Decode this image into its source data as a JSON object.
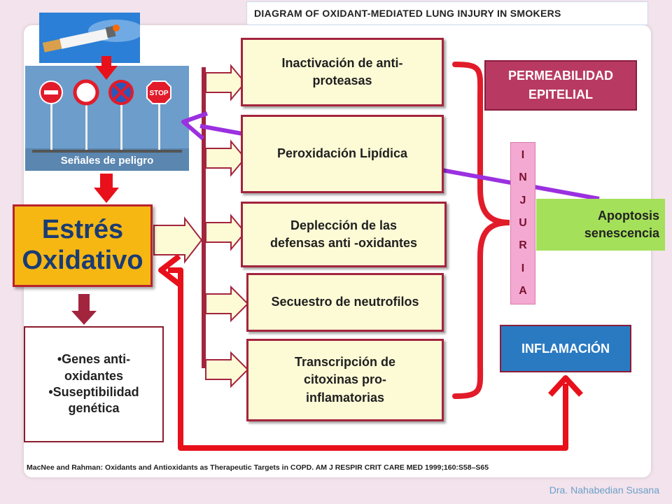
{
  "header": {
    "title": "DIAGRAM OF OXIDANT-MEDIATED LUNG INJURY IN SMOKERS"
  },
  "signs": {
    "label": "Señales de peligro"
  },
  "stress": {
    "line1": "Estrés",
    "line2": "Oxidativo"
  },
  "genes": {
    "line1": "•Genes anti-",
    "line2": "oxidantes",
    "line3": "•Suseptibilidad",
    "line4": "genética"
  },
  "mechanisms": [
    {
      "line1": "Inactivación de anti-",
      "line2": "proteasas"
    },
    {
      "line1": "Peroxidación Lipídica"
    },
    {
      "line1": "Deplección de las",
      "line2": "defensas anti -oxidantes"
    },
    {
      "line1": "Secuestro de neutrofilos"
    },
    {
      "line1": "Transcripción de",
      "line2": "citoxinas pro-",
      "line3": "inflamatorias"
    }
  ],
  "outcomes": {
    "permeability_line1": "PERMEABILIDAD",
    "permeability_line2": "EPITELIAL",
    "injury_letters": [
      "I",
      "N",
      "J",
      "U",
      "R",
      "I",
      "A"
    ],
    "apoptosis_line1": "Apoptosis",
    "apoptosis_line2": "senescencia",
    "inflammation": "INFLAMACIÓN"
  },
  "citation": "MacNee and Rahman: Oxidants and Antioxidants as Therapeutic Targets in COPD. AM J RESPIR CRIT CARE MED 1999;160:S58–S65",
  "author": "Dra. Nahabedian Susana",
  "colors": {
    "arrow_red": "#e8101a",
    "bracket_red": "#e21b2a",
    "purple": "#9b30e0",
    "box_border": "#a3243d"
  }
}
